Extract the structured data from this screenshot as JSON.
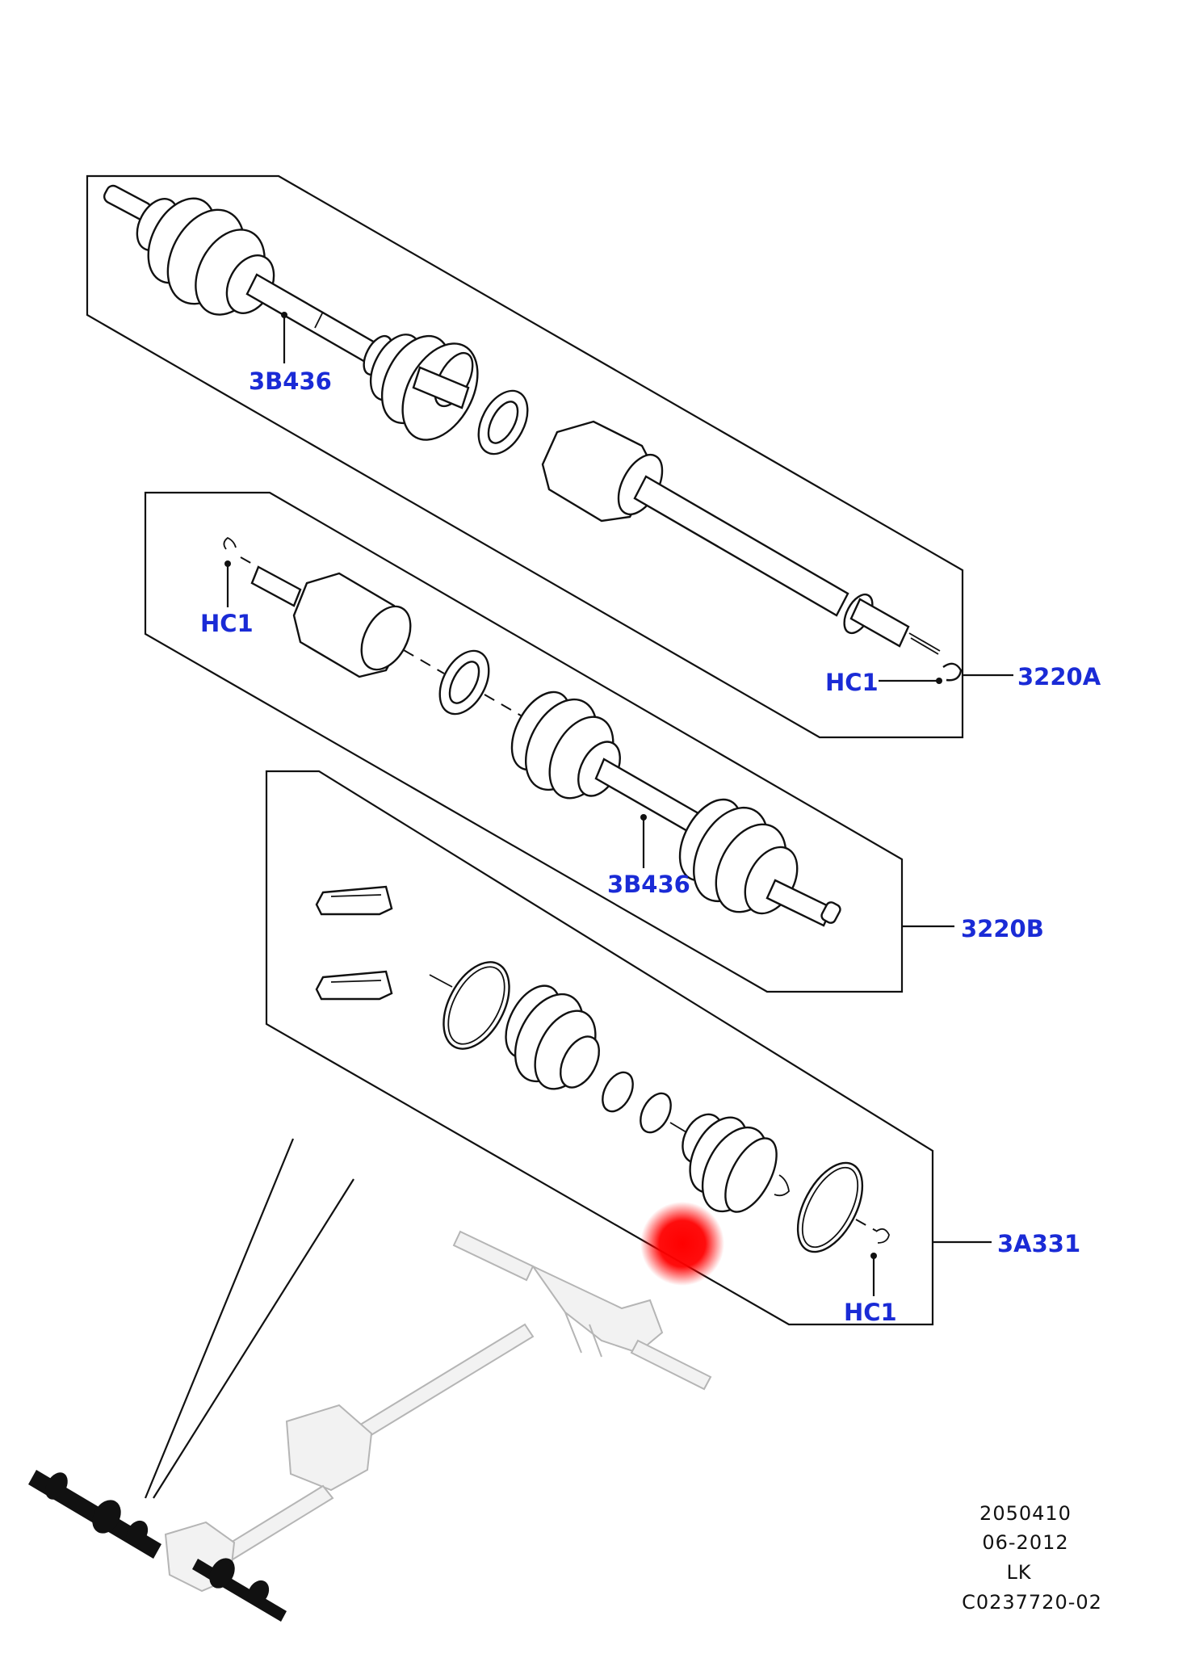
{
  "callouts": {
    "shaft_upper_ref": "3B436",
    "shaft_middle_ref": "3B436",
    "assembly_a": "3220A",
    "assembly_b": "3220B",
    "joint_kit": "3A331",
    "clip_upper_left": "HC1",
    "clip_upper_right": "HC1",
    "clip_lower": "HC1"
  },
  "footer": {
    "drawing_number": "2050410",
    "date": "06-2012",
    "code": "LK",
    "catalog_ref": "C0237720-02"
  },
  "colors": {
    "callout_text": "#1a2bd6",
    "highlight_marker": "#ff0000",
    "locator_ghost": "#b5b5b5"
  }
}
